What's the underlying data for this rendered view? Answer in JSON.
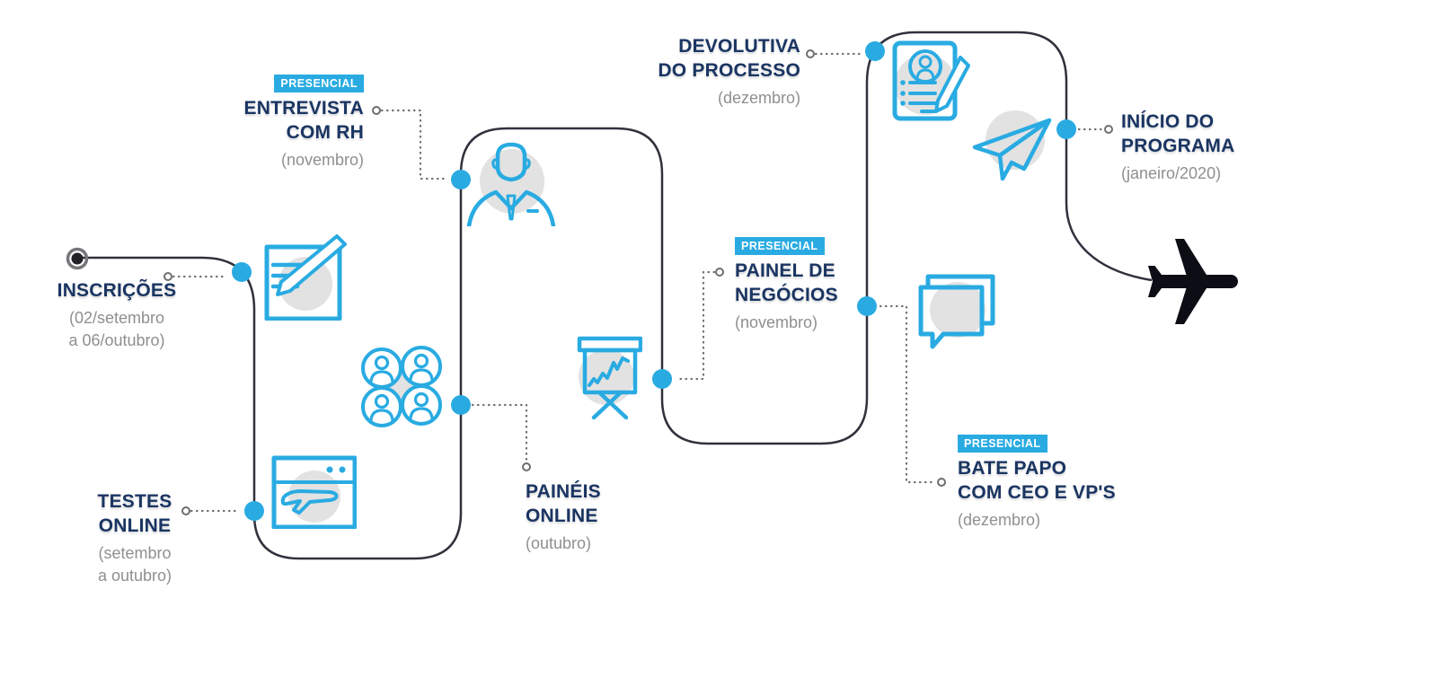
{
  "diagram": {
    "type": "recruitment-journey-timeline",
    "badge_label": "PRESENCIAL",
    "colors": {
      "accent_blue": "#29ABE2",
      "title_navy": "#1A3562",
      "date_gray": "#8F8F8F",
      "path_dark": "#30313C",
      "icon_bg_gray": "#E2E2E2",
      "plane_black": "#0D0D15"
    }
  },
  "milestones": [
    {
      "id": "inscricoes",
      "title": "INSCRIÇÕES",
      "date": "(02/setembro\na 06/outubro)",
      "icon": "pencil-form-icon"
    },
    {
      "id": "testes-online",
      "title": "TESTES\nONLINE",
      "date": "(setembro\na outubro)",
      "icon": "browser-plane-icon"
    },
    {
      "id": "paineis-online",
      "title": "PAINÉIS\nONLINE",
      "date": "(outubro)",
      "icon": "people-group-icon"
    },
    {
      "id": "entrevista-com-rh",
      "title": "ENTREVISTA\nCOM RH",
      "date": "(novembro)",
      "badge": "PRESENCIAL",
      "icon": "interview-person-icon"
    },
    {
      "id": "painel-de-negocios",
      "title": "PAINEL DE\nNEGÓCIOS",
      "date": "(novembro)",
      "badge": "PRESENCIAL",
      "icon": "flipchart-icon"
    },
    {
      "id": "bate-papo-ceo-vps",
      "title": "BATE PAPO\nCOM CEO E VP'S",
      "date": "(dezembro)",
      "badge": "PRESENCIAL",
      "icon": "chat-bubbles-icon"
    },
    {
      "id": "devolutiva-do-processo",
      "title": "DEVOLUTIVA\nDO PROCESSO",
      "date": "(dezembro)",
      "icon": "document-pencil-icon"
    },
    {
      "id": "inicio-do-programa",
      "title": "INÍCIO DO\nPROGRAMA",
      "date": "(janeiro/2020)",
      "icon": "paper-plane-icon"
    }
  ],
  "end_marker": {
    "icon": "airplane-icon"
  }
}
